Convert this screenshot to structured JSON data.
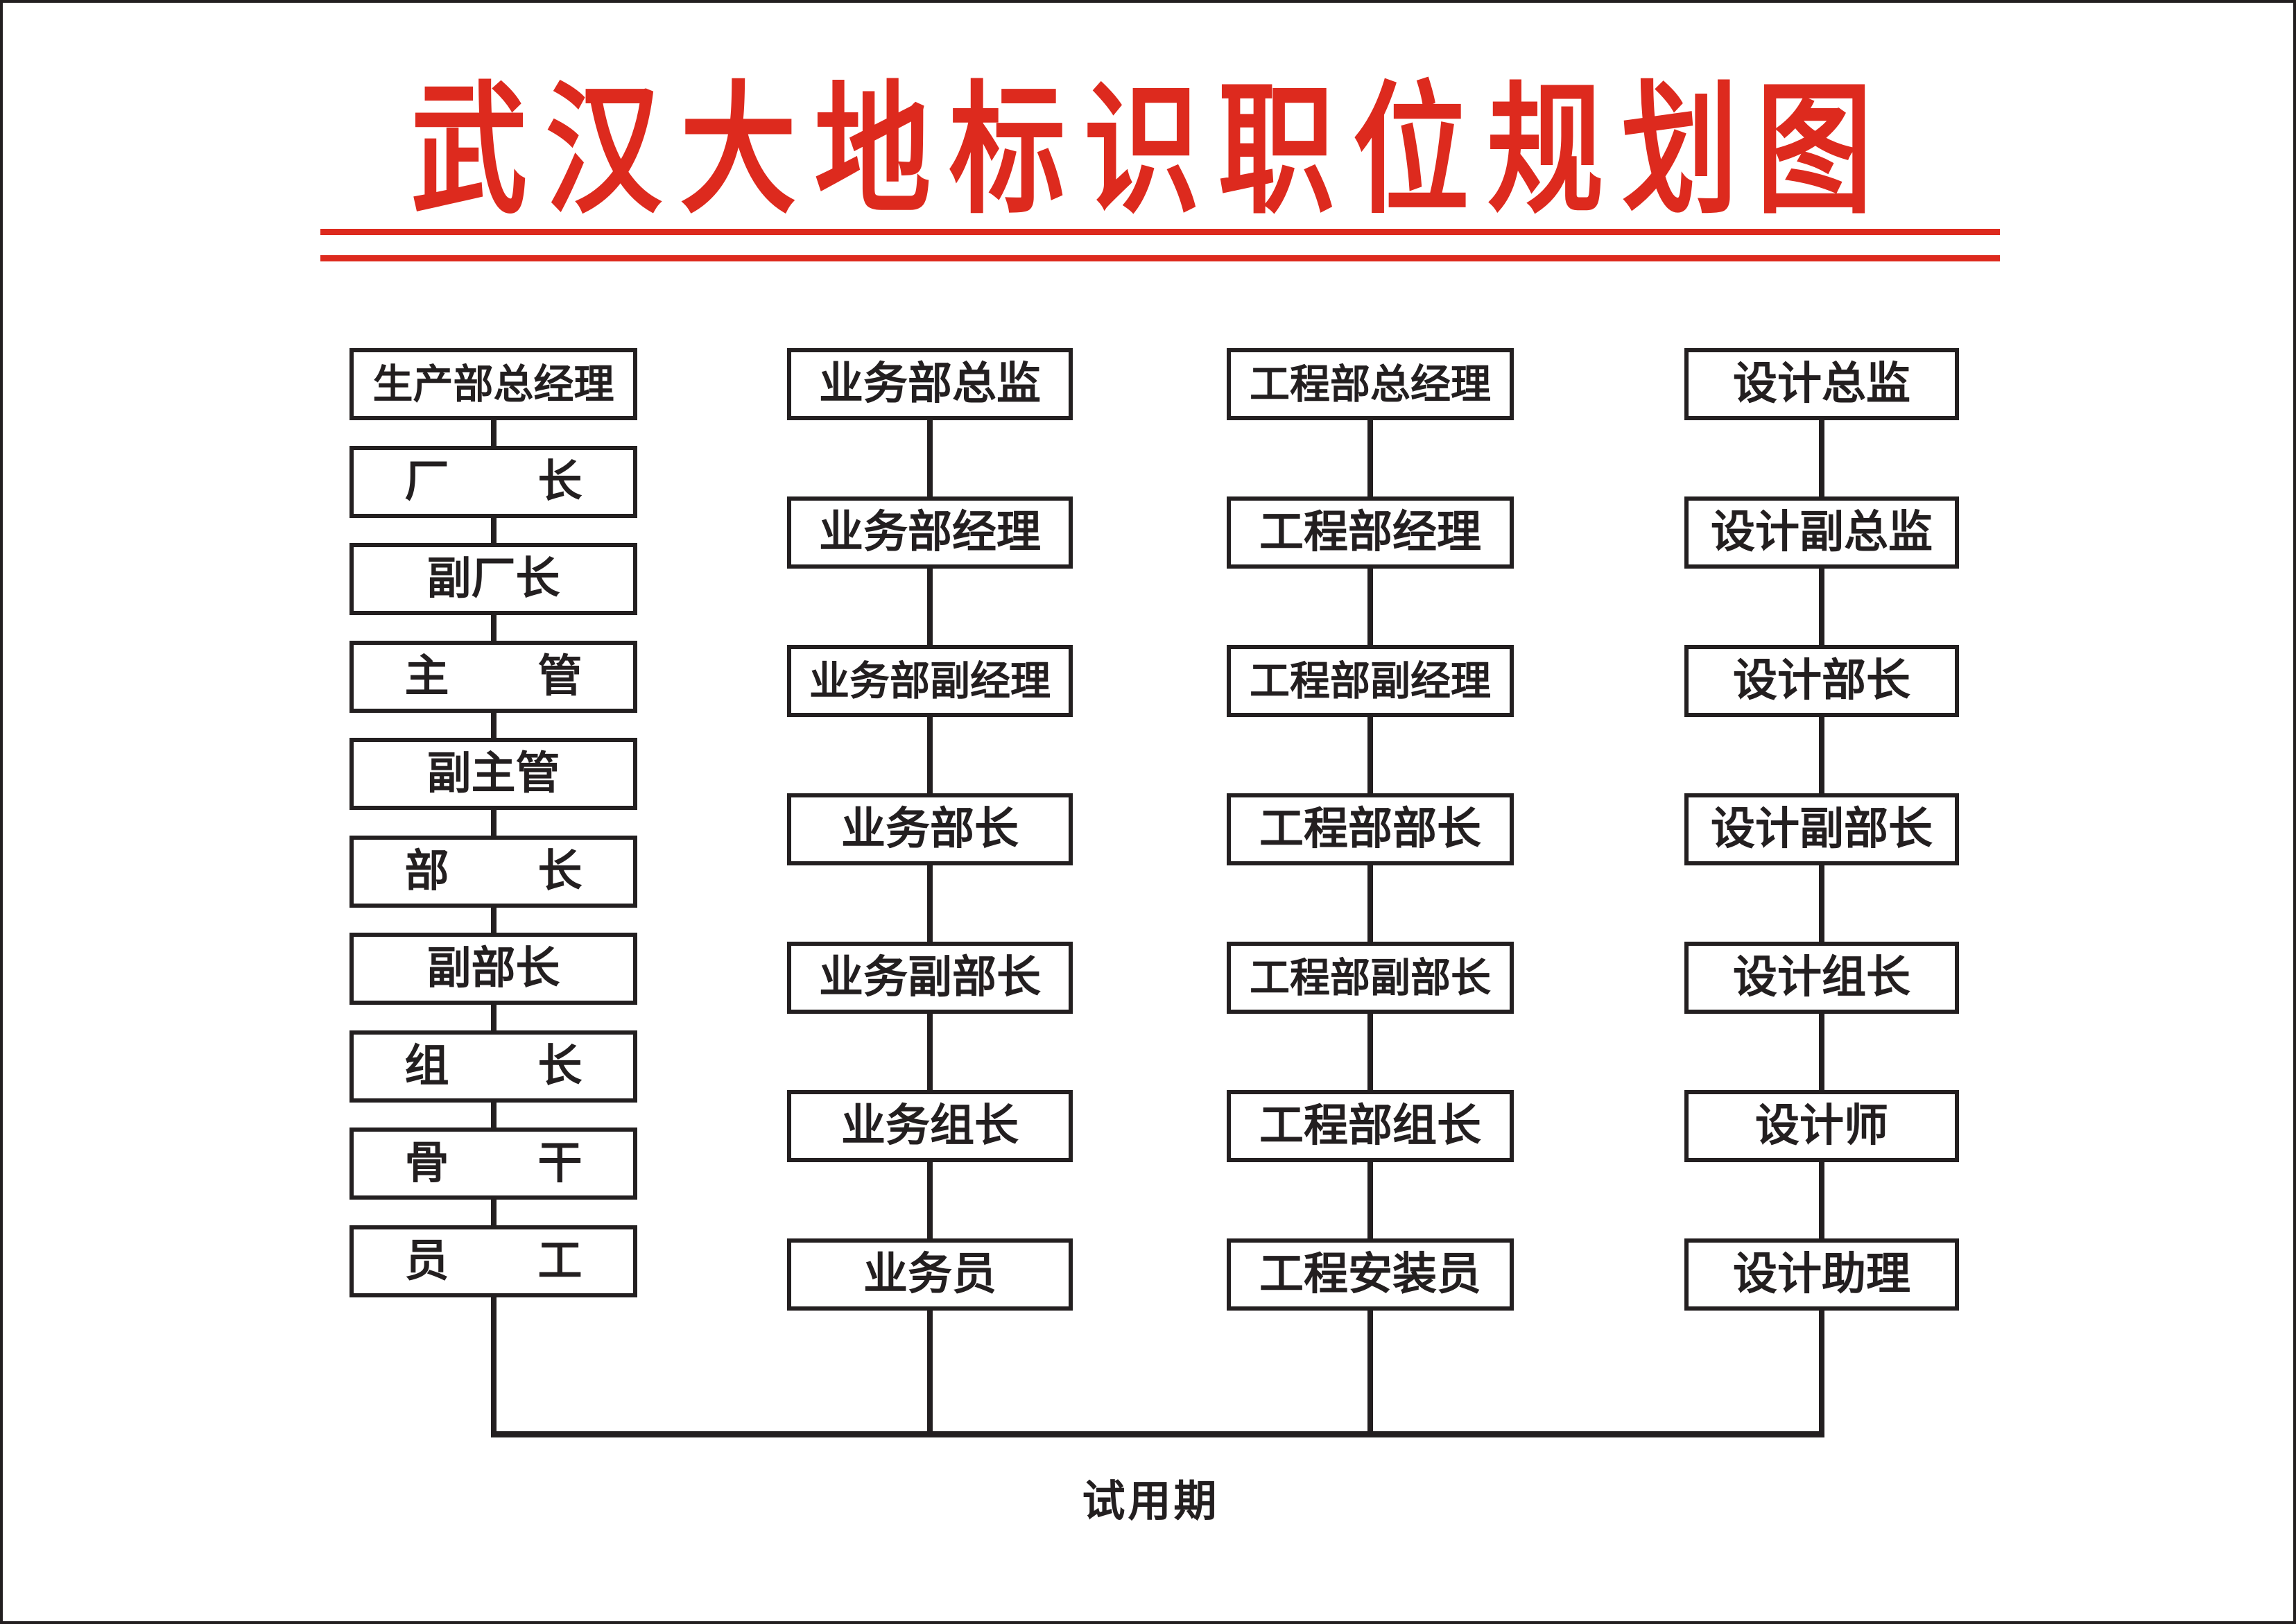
{
  "page": {
    "title": "武汉大地标识职位规划图",
    "title_color": "#dd2a1e",
    "box_border_color": "#231f20",
    "line_color": "#231f20",
    "background_color": "#ffffff",
    "footer_note": "试用期"
  },
  "chart_data": {
    "type": "diagram",
    "subtype": "organizational-hierarchy-ladder",
    "title": "武汉大地标识职位规划图",
    "footer": "试用期",
    "columns": [
      {
        "id": "production",
        "head": "生产部总经理",
        "nodes": [
          "生产部总经理",
          "厂 长",
          "副厂长",
          "主 管",
          "副主管",
          "部 长",
          "副部长",
          "组 长",
          "骨 干",
          "员 工"
        ]
      },
      {
        "id": "business",
        "head": "业务部总监",
        "nodes": [
          "业务部总监",
          "业务部经理",
          "业务部副经理",
          "业务部长",
          "业务副部长",
          "业务组长",
          "业务员"
        ]
      },
      {
        "id": "engineering",
        "head": "工程部总经理",
        "nodes": [
          "工程部总经理",
          "工程部经理",
          "工程部副经理",
          "工程部部长",
          "工程部副部长",
          "工程部组长",
          "工程安装员"
        ]
      },
      {
        "id": "design",
        "head": "设计总监",
        "nodes": [
          "设计总监",
          "设计副总监",
          "设计部长",
          "设计副部长",
          "设计组长",
          "设计师",
          "设计助理"
        ]
      }
    ]
  }
}
